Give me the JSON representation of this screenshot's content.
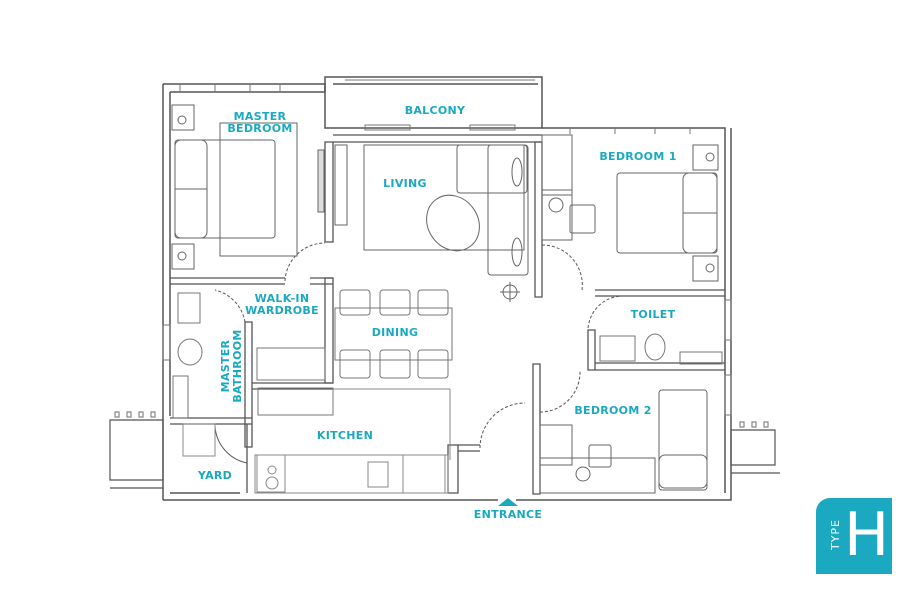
{
  "floorplan": {
    "type_label": "TYPE",
    "type_letter": "H",
    "accent_color": "#1aa9c0",
    "wall_color": "#555555",
    "rooms": [
      {
        "id": "master-bedroom",
        "label_line1": "MASTER",
        "label_line2": "BEDROOM"
      },
      {
        "id": "balcony",
        "label": "BALCONY"
      },
      {
        "id": "living",
        "label": "LIVING"
      },
      {
        "id": "bedroom1",
        "label": "BEDROOM 1"
      },
      {
        "id": "walk-in-wardrobe",
        "label_line1": "WALK-IN",
        "label_line2": "WARDROBE"
      },
      {
        "id": "dining",
        "label": "DINING"
      },
      {
        "id": "toilet",
        "label": "TOILET"
      },
      {
        "id": "master-bathroom",
        "label_line1": "MASTER",
        "label_line2": "BATHROOM"
      },
      {
        "id": "kitchen",
        "label": "KITCHEN"
      },
      {
        "id": "bedroom2",
        "label": "BEDROOM 2"
      },
      {
        "id": "yard",
        "label": "YARD"
      }
    ],
    "entrance_label": "ENTRANCE"
  }
}
